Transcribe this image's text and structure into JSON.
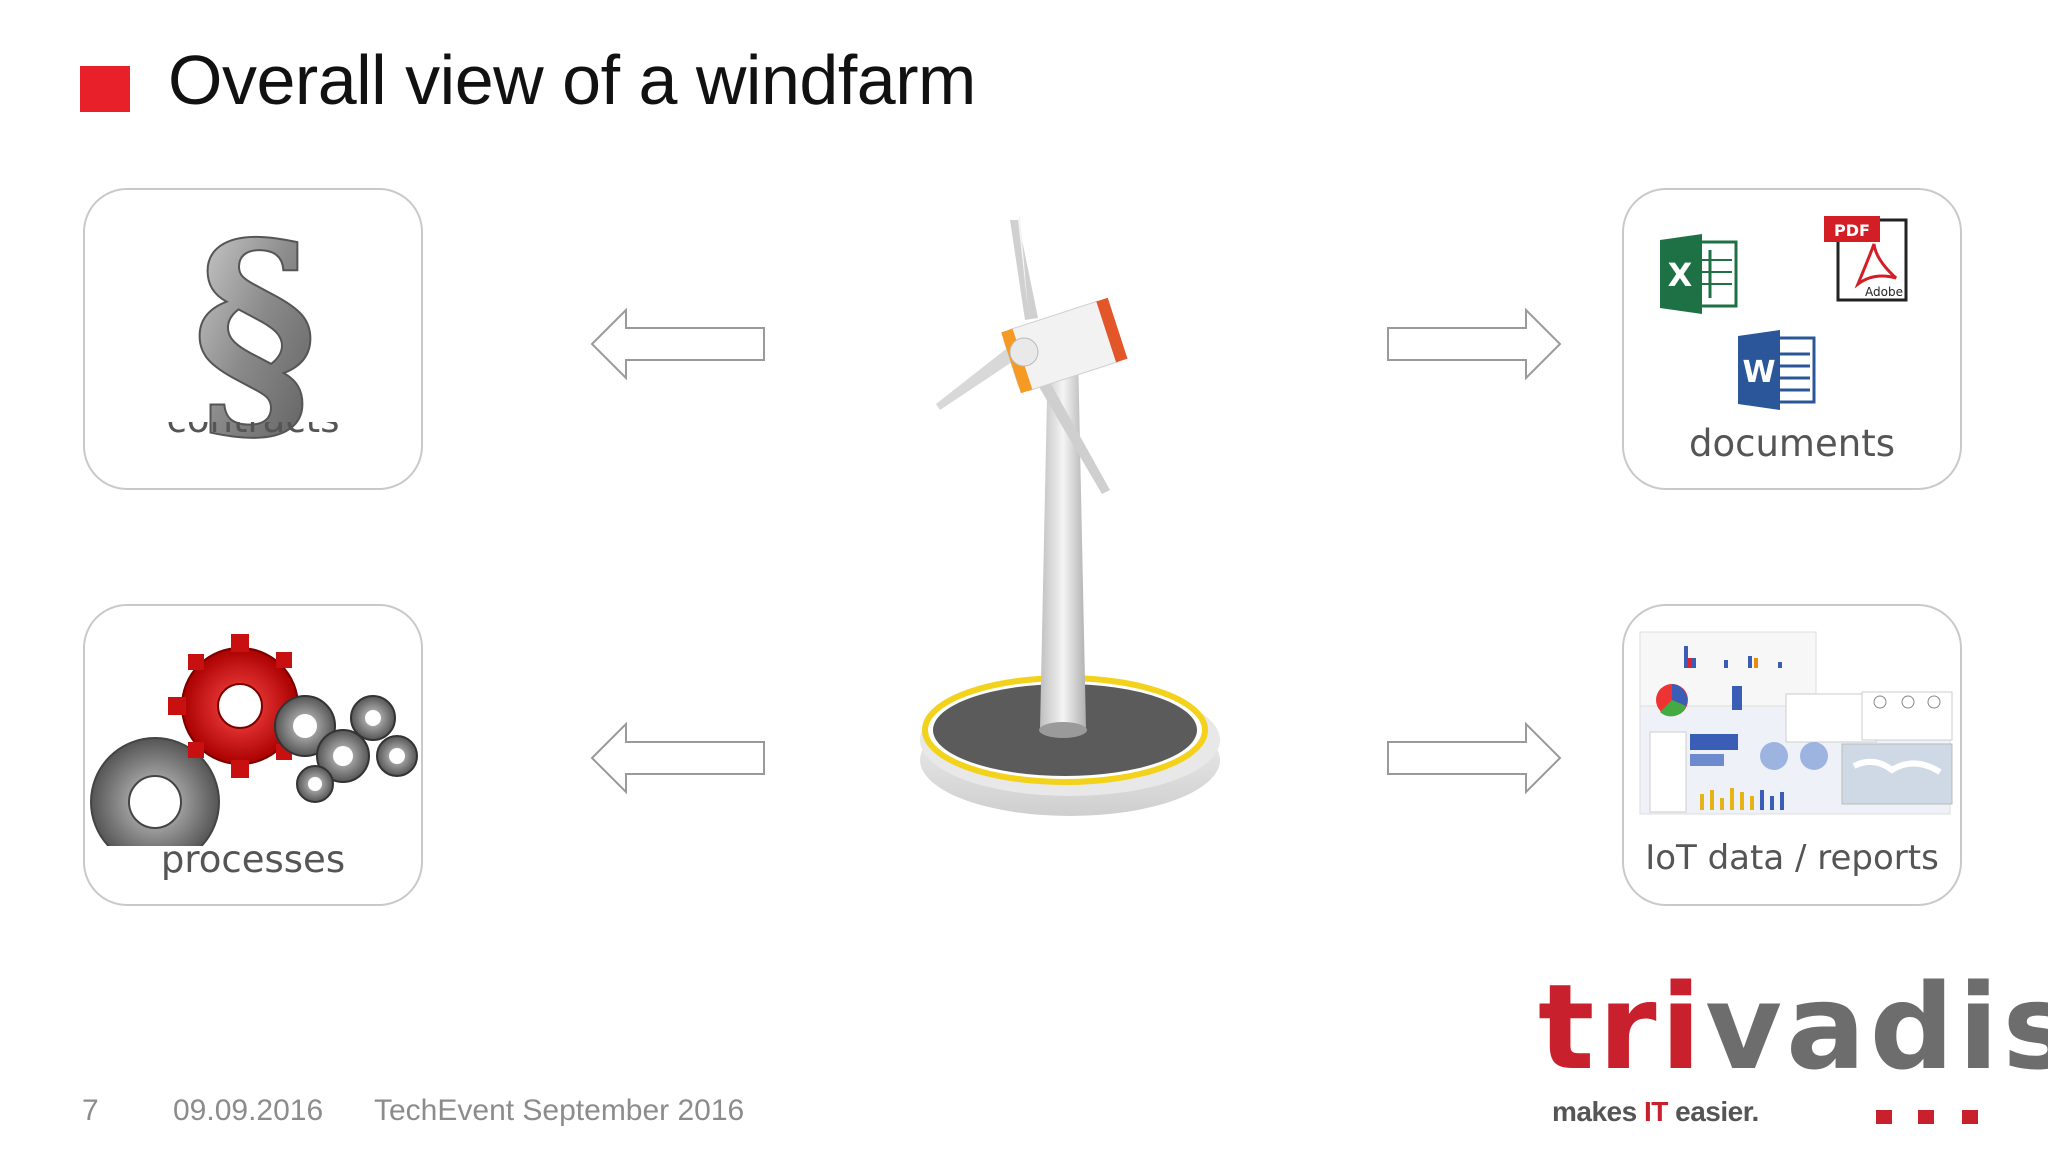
{
  "slide": {
    "title": "Overall view of a windfarm"
  },
  "boxes": {
    "contracts": {
      "label": "contracts",
      "icon": "paragraph-icon"
    },
    "documents": {
      "label": "documents",
      "icons": [
        "excel-icon",
        "pdf-icon",
        "word-icon"
      ],
      "pdf_badge": "PDF",
      "pdf_brand": "Adobe",
      "excel_letter": "X",
      "word_letter": "W"
    },
    "processes": {
      "label": "processes",
      "icon": "gears-icon"
    },
    "iot": {
      "label": "IoT data / reports",
      "icon": "dashboard-icon"
    }
  },
  "footer": {
    "page_number": "7",
    "date": "09.09.2016",
    "event": "TechEvent September 2016"
  },
  "logo": {
    "name": "trivadis",
    "tagline": "makes IT easier."
  },
  "colors": {
    "accent": "#e8202a",
    "brand_red": "#c8202c",
    "box_border": "#c9c9c9",
    "turbine_ring": "#f2d21b"
  }
}
